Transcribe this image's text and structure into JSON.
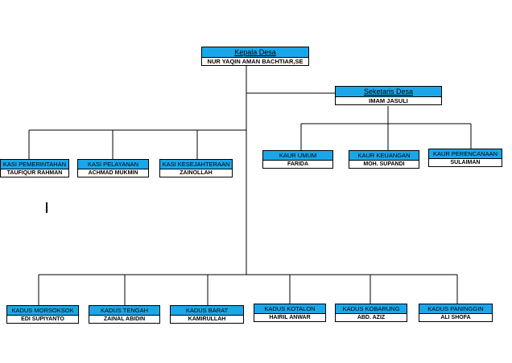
{
  "kepala": {
    "title": "Kepala Desa",
    "name": "NUR YAQIN AMAN BACHTIAR,SE"
  },
  "sekretaris": {
    "title": "Seketaris Desa",
    "name": "IMAM JASULI"
  },
  "kasi": [
    {
      "title": "KASI PEMERINTAHAN",
      "name": "TAUFIQUR RAHMAN"
    },
    {
      "title": "KASI PELAYANAN",
      "name": "ACHMAD MUKMIN"
    },
    {
      "title": "KASI KESEJAHTERAAN",
      "name": "ZAINOLLAH"
    }
  ],
  "kaur": [
    {
      "title": "KAUR UMUM",
      "name": "FARIDA"
    },
    {
      "title": "KAUR KEUANGAN",
      "name": "MOH. SUPANDI"
    },
    {
      "title": "KAUR PERENCANAAN",
      "name": "SULAIMAN"
    }
  ],
  "kadus": [
    {
      "title": "KADUS MORSOKSOK",
      "name": "EDI SUPIYANTO"
    },
    {
      "title": "KADUS TENGAH",
      "name": "ZAINAL ABIDIN"
    },
    {
      "title": "KADUS BARAT",
      "name": "KAMIRULLAH"
    },
    {
      "title": "KADUS KOTALON",
      "name": "HAIRIL ANWAR"
    },
    {
      "title": "KADUS KOBARUNG",
      "name": "ABD. AZIZ"
    },
    {
      "title": "KADUS PANINGGIN",
      "name": "ALI SHOFA"
    }
  ],
  "colors": {
    "header_fill": "#1aa7ea",
    "line": "#000000"
  }
}
